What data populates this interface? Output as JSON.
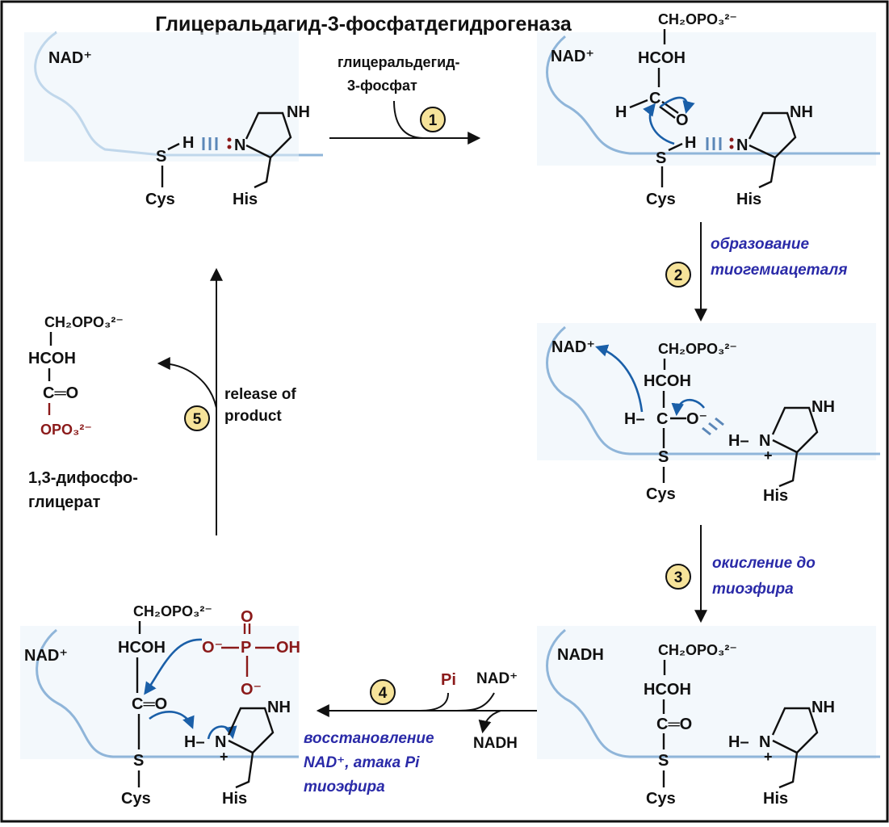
{
  "title": "Глицеральдагид-3-фосфатдегидрогеназа",
  "substrate_label": [
    "глицеральдегид-",
    "3-фосфат"
  ],
  "steps": [
    {
      "num": "1"
    },
    {
      "num": "2",
      "label": [
        "образование",
        "тиогемиацеталя"
      ]
    },
    {
      "num": "3",
      "label": [
        "окисление до",
        "тиоэфира"
      ]
    },
    {
      "num": "4",
      "label": [
        "восстановление",
        "NAD⁺, атака Pi",
        "тиоэфира"
      ]
    },
    {
      "num": "5",
      "label": [
        "release of",
        "product"
      ]
    }
  ],
  "cofactors": {
    "nad_plus": "NAD⁺",
    "nadh": "NADH",
    "pi": "Pi"
  },
  "residues": {
    "cys": "Cys",
    "his": "His",
    "s": "S",
    "h": "H",
    "n": "N",
    "nh": "NH"
  },
  "groups": {
    "ch2opo3": "CH₂OPO₃²⁻",
    "hcoh": "HCOH",
    "c_eq_o": "C═O",
    "opo3": "OPO₃²⁻",
    "c": "C",
    "o": "O",
    "o_minus": "O⁻",
    "oh": "OH",
    "p": "P",
    "plus": "+",
    "h_dash": "H–"
  },
  "product_label": [
    "1,3-дифосфо-",
    "глицерат"
  ],
  "colors": {
    "membrane": "#8fb5d9",
    "arrow_blue": "#1a5fa8",
    "phosphate_red": "#8b1a1a",
    "step_label_blue": "#2a2aa8",
    "step_circle": "#f6e39a"
  }
}
